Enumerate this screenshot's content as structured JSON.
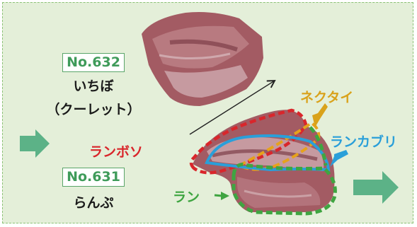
{
  "item_632": {
    "number": "No.632",
    "name_line1": "いちぼ",
    "name_line2": "（クーレット）"
  },
  "item_631": {
    "number": "No.631",
    "name": "らんぷ"
  },
  "cut_labels": {
    "rumbosoh": {
      "text": "ランボソ",
      "color": "#d9262b"
    },
    "necktie": {
      "text": "ネクタイ",
      "color": "#d9a21b"
    },
    "rancabri": {
      "text": "ランカブリ",
      "color": "#2a9fd9"
    },
    "ran": {
      "text": "ラン",
      "color": "#3fa541"
    }
  },
  "colors": {
    "background": "#e4efd9",
    "badge_border": "#5aa569",
    "flow_arrow": "#5cb287",
    "meat": "#a35b63"
  }
}
